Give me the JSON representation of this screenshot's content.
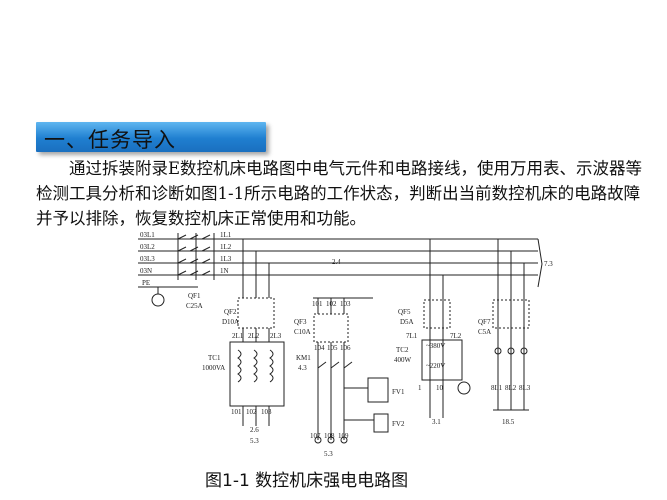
{
  "section": {
    "heading": "一、任务导入"
  },
  "body_text": "通过拆装附录E数控机床电路图中电气元件和电路接线，使用万用表、示波器等检测工具分析和诊断如图1-1所示电路的工作状态，判断出当前数控机床的电路故障并予以排除，恢复数控机床正常使用和功能。",
  "figure": {
    "caption": "图1-1  数控机床强电电路图",
    "bus_labels_left": [
      "03L1",
      "03L2",
      "03L3",
      "03N",
      "PE"
    ],
    "bus_labels_right": [
      "1L1",
      "1L2",
      "1L3",
      "1N"
    ],
    "bus_ref": "7.3",
    "qf1": {
      "name": "QF1",
      "rating": "C25A"
    },
    "qf2": {
      "name": "QF2",
      "rating": "D10A",
      "outputs": [
        "2L1",
        "2L2",
        "2L3"
      ]
    },
    "qf3": {
      "name": "QF3",
      "rating": "C10A",
      "inputs": [
        "101",
        "102",
        "103"
      ],
      "outputs": [
        "104",
        "105",
        "106"
      ],
      "ref": "2.4"
    },
    "tc1": {
      "name": "TC1",
      "rating": "1000VA",
      "outputs": [
        "101",
        "102",
        "103"
      ],
      "refs": [
        "2.6",
        "5.3"
      ]
    },
    "km1": {
      "name": "KM1",
      "ref": "4.3",
      "outputs": [
        "107",
        "108",
        "109"
      ],
      "bottom_ref": "5.3"
    },
    "fuses": [
      "FV1",
      "FV2"
    ],
    "qf5": {
      "name": "QF5",
      "rating": "D5A",
      "outputs": [
        "7L1",
        "7L2"
      ]
    },
    "tc2": {
      "name": "TC2",
      "rating": "400W",
      "primary": "~380V",
      "secondary": "~220V",
      "outputs": [
        "1",
        "10"
      ],
      "ref": "3.1"
    },
    "qf7": {
      "name": "QF7",
      "rating": "C5A",
      "outputs": [
        "8L1",
        "8L2",
        "8L3"
      ],
      "ref": "18.5"
    }
  }
}
